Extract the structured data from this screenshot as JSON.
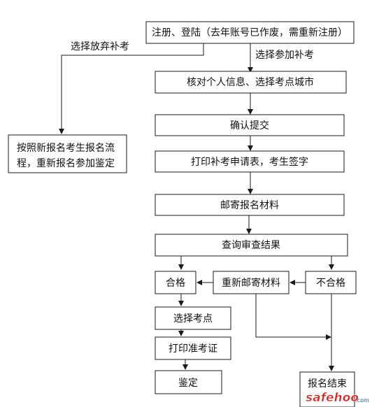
{
  "nodes": {
    "register": "注册、登陆（去年账号已作废，需重新注册）",
    "verify_info": "核对个人信息、选择考点城市",
    "confirm_submit": "确认提交",
    "print_form": "打印补考申请表，考生签字",
    "mail_materials": "邮寄报名材料",
    "check_result": "查询审查结果",
    "qualified": "合格",
    "remail_materials": "重新邮寄材料",
    "unqualified": "不合格",
    "choose_site": "选择考点",
    "print_admission": "打印准考证",
    "appraisal": "鉴定",
    "signup_end": "报名结束",
    "new_flow_line1": "按照新报名考生报名流",
    "new_flow_line2": "程，重新报名参加鉴定"
  },
  "edge_labels": {
    "give_up": "选择放弃补考",
    "join": "选择参加补考"
  },
  "watermark": {
    "text": "safehoo",
    "suffix": ".com",
    "colors": {
      "main": "#e02020",
      "accent": "#1f5fbf"
    }
  }
}
